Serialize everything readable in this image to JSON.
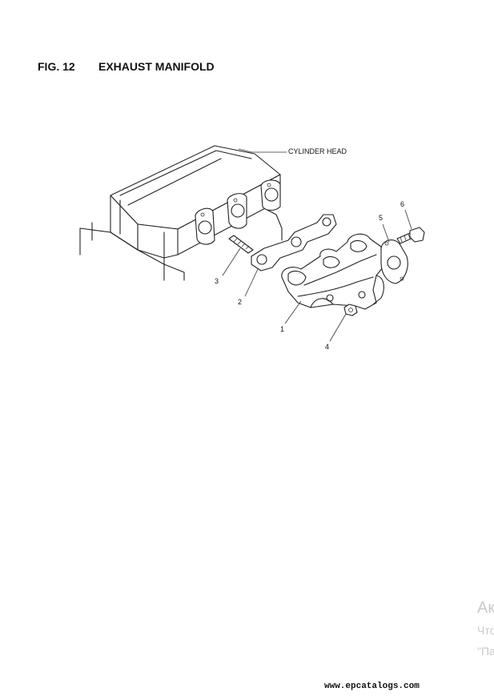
{
  "header": {
    "fig_number": "FIG. 12",
    "title": "EXHAUST MANIFOLD"
  },
  "labels": {
    "cylinder_head": "CYLINDER HEAD",
    "p1": "1",
    "p2": "2",
    "p3": "3",
    "p4": "4",
    "p5": "5",
    "p6": "6"
  },
  "overlay": {
    "line1": "Ак",
    "line2": "Что",
    "line3": "\"Па"
  },
  "footer": {
    "site": "www.epcatalogs.com"
  }
}
